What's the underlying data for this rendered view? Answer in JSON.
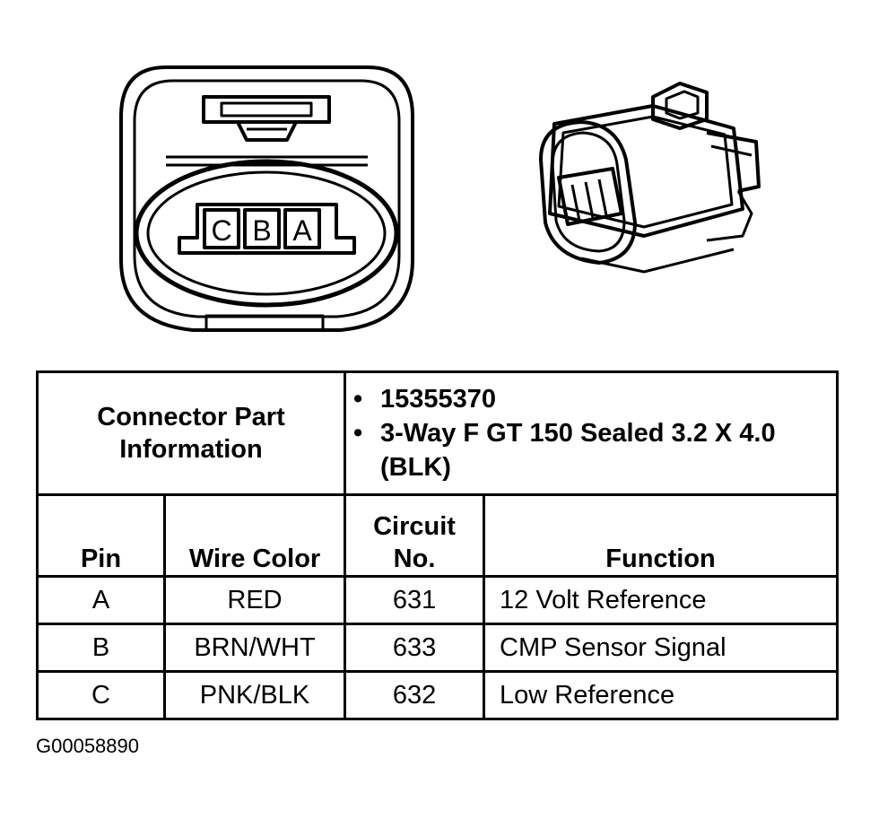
{
  "connector": {
    "pins": [
      "C",
      "B",
      "A"
    ]
  },
  "table": {
    "part_info_label": "Connector Part Information",
    "part_info_items": [
      "15355370",
      "3-Way F GT 150 Sealed 3.2 X 4.0 (BLK)"
    ],
    "headers": {
      "pin": "Pin",
      "wire_color": "Wire Color",
      "circuit_no": "Circuit No.",
      "function": "Function"
    },
    "rows": [
      {
        "pin": "A",
        "wire_color": "RED",
        "circuit": "631",
        "function": "12 Volt Reference"
      },
      {
        "pin": "B",
        "wire_color": "BRN/WHT",
        "circuit": "633",
        "function": "CMP Sensor Signal"
      },
      {
        "pin": "C",
        "wire_color": "PNK/BLK",
        "circuit": "632",
        "function": "Low Reference"
      }
    ]
  },
  "figure_id": "G00058890"
}
